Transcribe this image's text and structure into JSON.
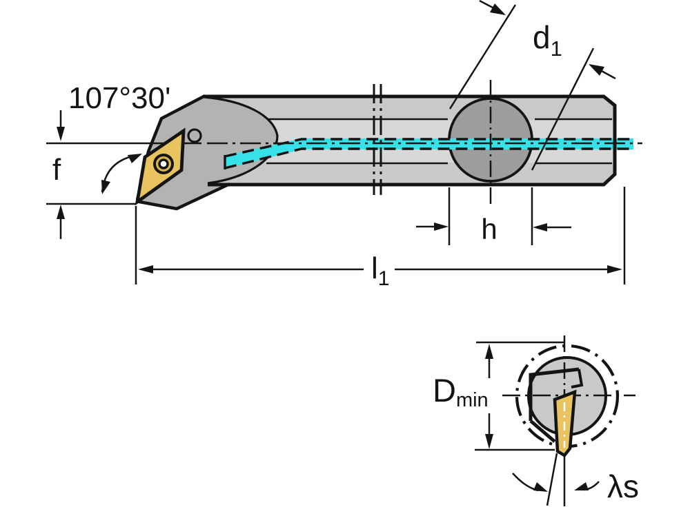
{
  "drawing": {
    "kind": "technical-drawing",
    "subject": "internal turning boring bar with indexable insert and internal coolant",
    "views": [
      "side-view",
      "cross-section-view"
    ]
  },
  "labels": {
    "angle": "107°30'",
    "f": "f",
    "d1": {
      "base": "d",
      "sub": "1"
    },
    "h": "h",
    "l1": {
      "base": "l",
      "sub": "1"
    },
    "dmin": {
      "base": "D",
      "sub": "min"
    },
    "lambda_s": "λs"
  },
  "colors": {
    "background": "#ffffff",
    "outline": "#141414",
    "bar_body": "#d7d7d7",
    "bar_band": "#c9c9c9",
    "head": "#b3b3b3",
    "boss": "#9d9d9d",
    "section_body": "#c9c9c9",
    "insert": "#e8c360",
    "screw": "#d8b54c",
    "coolant": "#36e2e8"
  }
}
